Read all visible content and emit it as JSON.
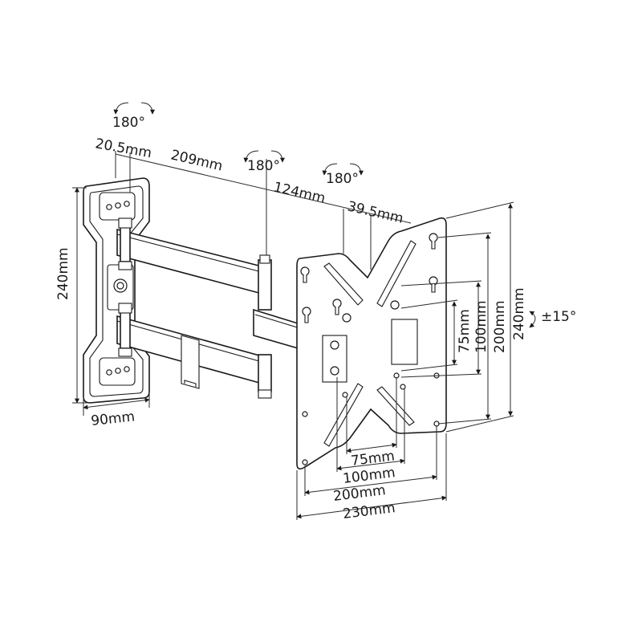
{
  "colors": {
    "line": "#1a1a1a",
    "background": "#ffffff"
  },
  "rotation_labels": {
    "wall_pivot": "180°",
    "arm_pivot": "180°",
    "plate_pivot": "180°"
  },
  "tilt_label": "±15°",
  "dimensions": {
    "wall_offset": "20.5mm",
    "arm_long": "209mm",
    "arm_short": "124mm",
    "plate_offset": "39.5mm",
    "wall_height": "240mm",
    "wall_width": "90mm",
    "vesa_v_75": "75mm",
    "vesa_v_100": "100mm",
    "vesa_v_200": "200mm",
    "plate_height": "240mm",
    "vesa_h_75": "75mm",
    "vesa_h_100": "100mm",
    "vesa_h_200": "200mm",
    "plate_width": "230mm"
  },
  "icons": [
    "rotation-arrow-icon",
    "tilt-arrow-icon"
  ]
}
